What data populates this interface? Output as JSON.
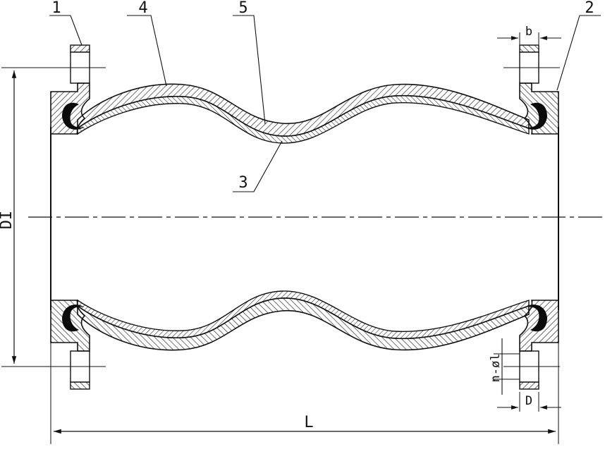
{
  "labels": {
    "part1": "1",
    "part2": "2",
    "part3": "3",
    "part4": "4",
    "part5": "5"
  },
  "dimensions": {
    "inner_diameter": "DI",
    "length": "L",
    "flange_thickness": "b",
    "flange_diameter": "D",
    "bolt_holes": "n-øl"
  },
  "colors": {
    "ink": "#111111",
    "hatch": "#222222",
    "bead": "#0b0b0b"
  }
}
